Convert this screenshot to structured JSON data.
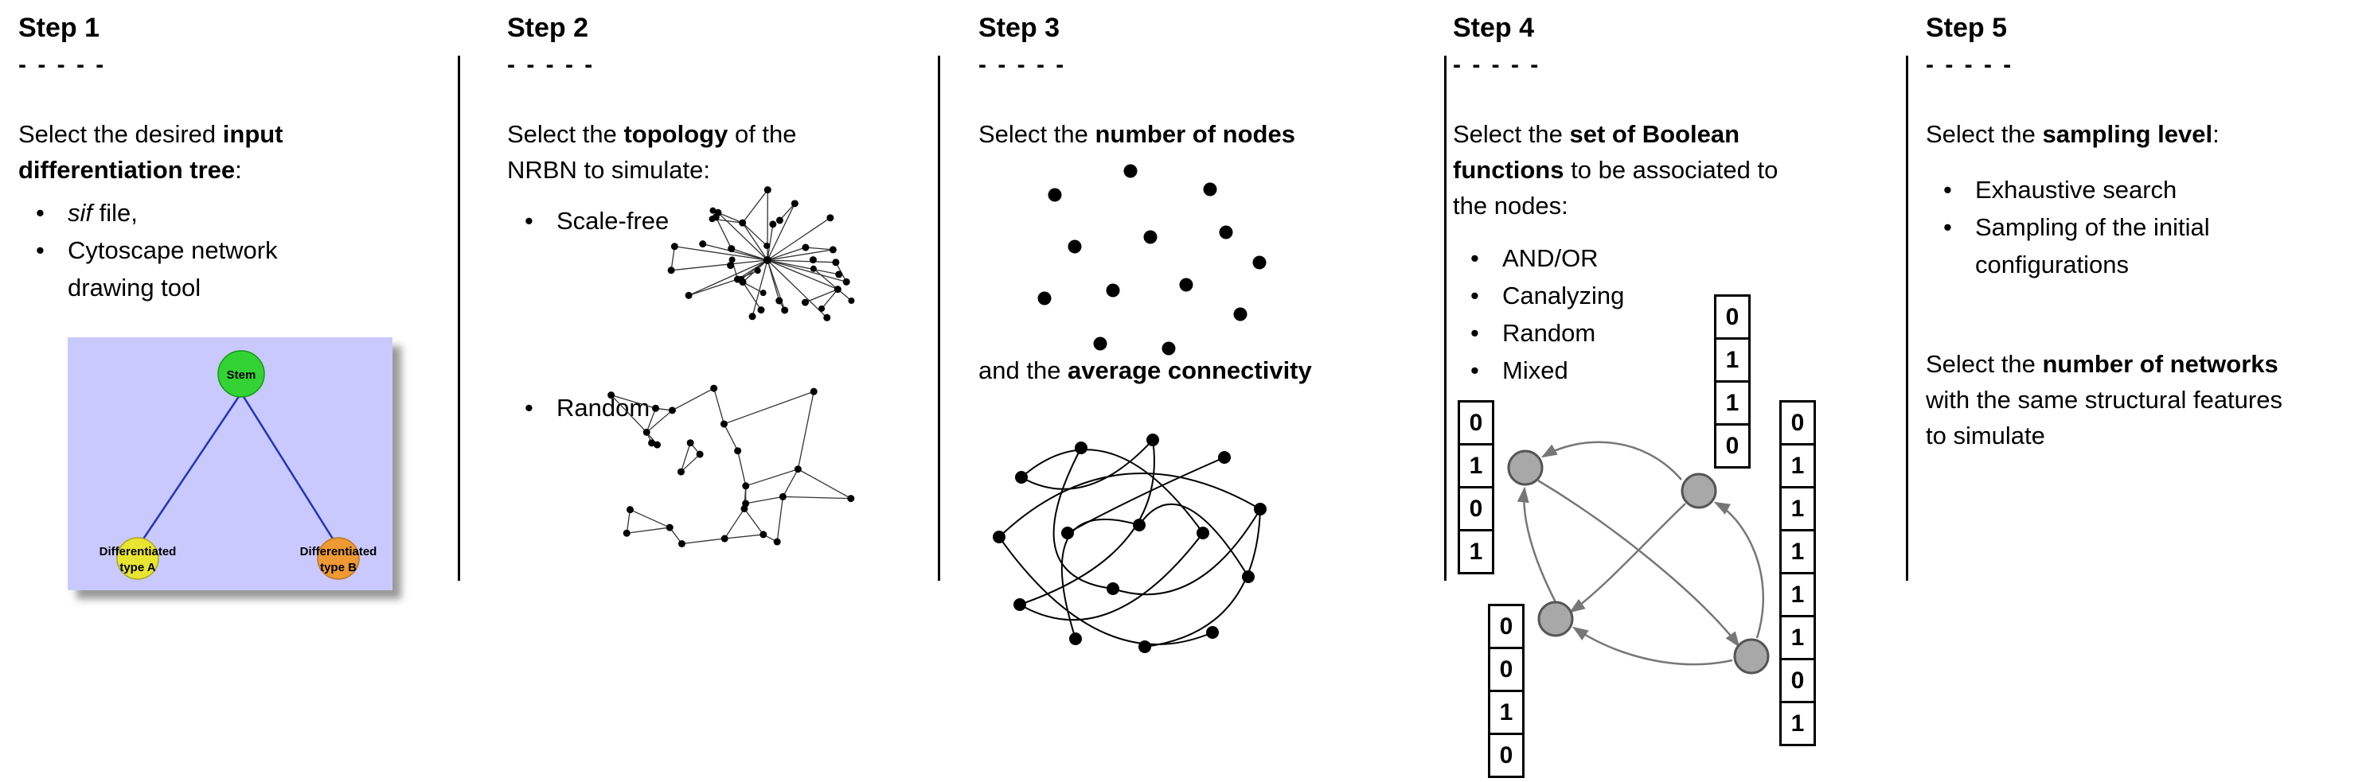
{
  "steps": [
    {
      "title": "Step 1",
      "dashes": "- - - - -",
      "intro": [
        "Select the desired ",
        "input differentiation tree",
        ":"
      ],
      "bullets": [
        {
          "italic": "sif",
          "rest": " file,"
        },
        {
          "italic": "",
          "rest": "Cytoscape network drawing tool"
        }
      ],
      "figure": {
        "stem_label": "Stem",
        "type_a": {
          "line1": "Differentiated",
          "line2": "type A"
        },
        "type_b": {
          "line1": "Differentiated",
          "line2": "type B"
        },
        "colors": {
          "background": "#c9c9ff",
          "stem": "#33d333",
          "type_a": "#e8e432",
          "type_b": "#ee9933",
          "edge": "#2233bb"
        }
      }
    },
    {
      "title": "Step 2",
      "dashes": "- - - - -",
      "intro": [
        "Select the ",
        "topology",
        " of the NRBN to simulate:"
      ],
      "bullets": [
        "Scale-free",
        "Random"
      ]
    },
    {
      "title": "Step 3",
      "dashes": "- - - - -",
      "intro": [
        "Select the ",
        "number of nodes",
        ""
      ],
      "second": [
        "and the ",
        "average connectivity",
        ""
      ]
    },
    {
      "title": "Step 4",
      "dashes": "- - - - -",
      "intro": [
        "Select the ",
        "set of Boolean functions",
        " to be associated to the nodes:"
      ],
      "bullets": [
        "AND/OR",
        "Canalyzing",
        "Random",
        "Mixed"
      ],
      "truth_tables": {
        "left": [
          "0",
          "1",
          "0",
          "1"
        ],
        "top": [
          "0",
          "1",
          "1",
          "0"
        ],
        "right": [
          "0",
          "1",
          "1",
          "1",
          "1",
          "1",
          "0",
          "1"
        ],
        "bottom": [
          "0",
          "0",
          "1",
          "0"
        ]
      }
    },
    {
      "title": "Step 5",
      "dashes": "- - - - -",
      "intro": [
        "Select the ",
        "sampling level",
        ":"
      ],
      "bullets": [
        "Exhaustive search",
        "Sampling of the initial configurations"
      ],
      "second": [
        "Select the ",
        "number of networks",
        " with the same structural features to simulate"
      ]
    }
  ]
}
